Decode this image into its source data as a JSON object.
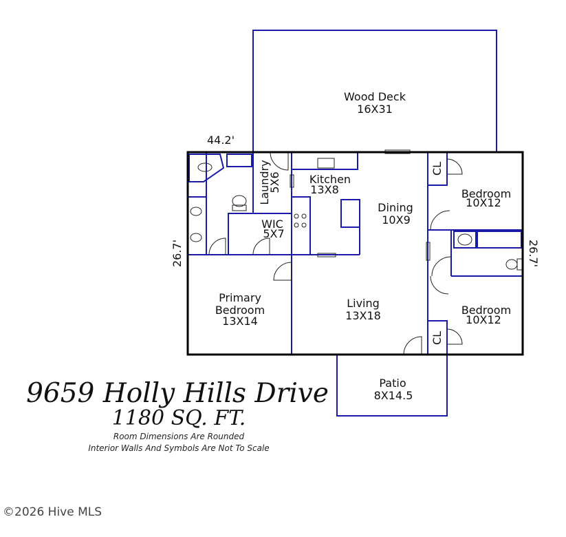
{
  "rooms": {
    "wood_deck": {
      "name": "Wood Deck",
      "size": "16X31"
    },
    "laundry": {
      "name": "Laundry",
      "size": "5X6"
    },
    "kitchen": {
      "name": "Kitchen",
      "size": "13X8"
    },
    "dining": {
      "name": "Dining",
      "size": "10X9"
    },
    "wic": {
      "name": "WIC",
      "size": "5X7"
    },
    "bedroom_top": {
      "name": "Bedroom",
      "size": "10X12"
    },
    "bedroom_bottom": {
      "name": "Bedroom",
      "size": "10X12"
    },
    "primary_bedroom": {
      "line1": "Primary",
      "line2": "Bedroom",
      "size": "13X14"
    },
    "living": {
      "name": "Living",
      "size": "13X18"
    },
    "patio": {
      "name": "Patio",
      "size": "8X14.5"
    },
    "closet_top": {
      "name": "CL"
    },
    "closet_bottom": {
      "name": "CL"
    }
  },
  "dimensions": {
    "width": "44.2'",
    "left_height": "26.7'",
    "right_height": "26.7'"
  },
  "title": "9659 Holly Hills Drive",
  "area": "1180 SQ. FT.",
  "notes": {
    "line1": "Room Dimensions Are Rounded",
    "line2": "Interior Walls And Symbols Are Not To Scale"
  },
  "copyright": "©2026 Hive MLS",
  "colors": {
    "walls": "#1a1aa8",
    "exterior": "#000000"
  }
}
